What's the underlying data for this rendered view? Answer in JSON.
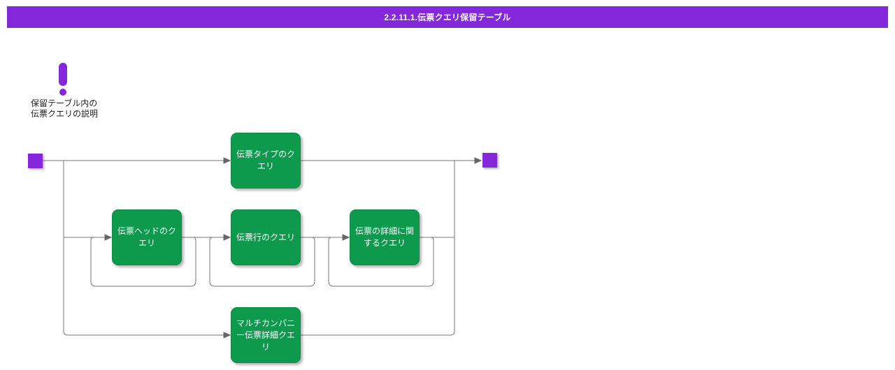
{
  "header": {
    "title": "2.2.11.1.伝票クエリ保留テーブル"
  },
  "note": {
    "icon": "exclamation-icon",
    "lines": [
      "保留テーブル内の",
      "伝票クエリの説明"
    ]
  },
  "diagram": {
    "nodes": [
      {
        "id": "doc-type-query",
        "label": "伝票タイプのクエリ"
      },
      {
        "id": "doc-header-query",
        "label": "伝票ヘッドのクエリ"
      },
      {
        "id": "doc-line-query",
        "label": "伝票行のクエリ"
      },
      {
        "id": "doc-detail-query",
        "label": "伝票の詳細に関するクエリ"
      },
      {
        "id": "multicompany-doc-detail-query",
        "label": "マルチカンパニー伝票詳細クエリ"
      }
    ]
  },
  "colors": {
    "accent_purple": "#8527DB",
    "node_green": "#0D9A4D",
    "connector_gray": "#777777",
    "node_text": "#FFFFFF"
  }
}
